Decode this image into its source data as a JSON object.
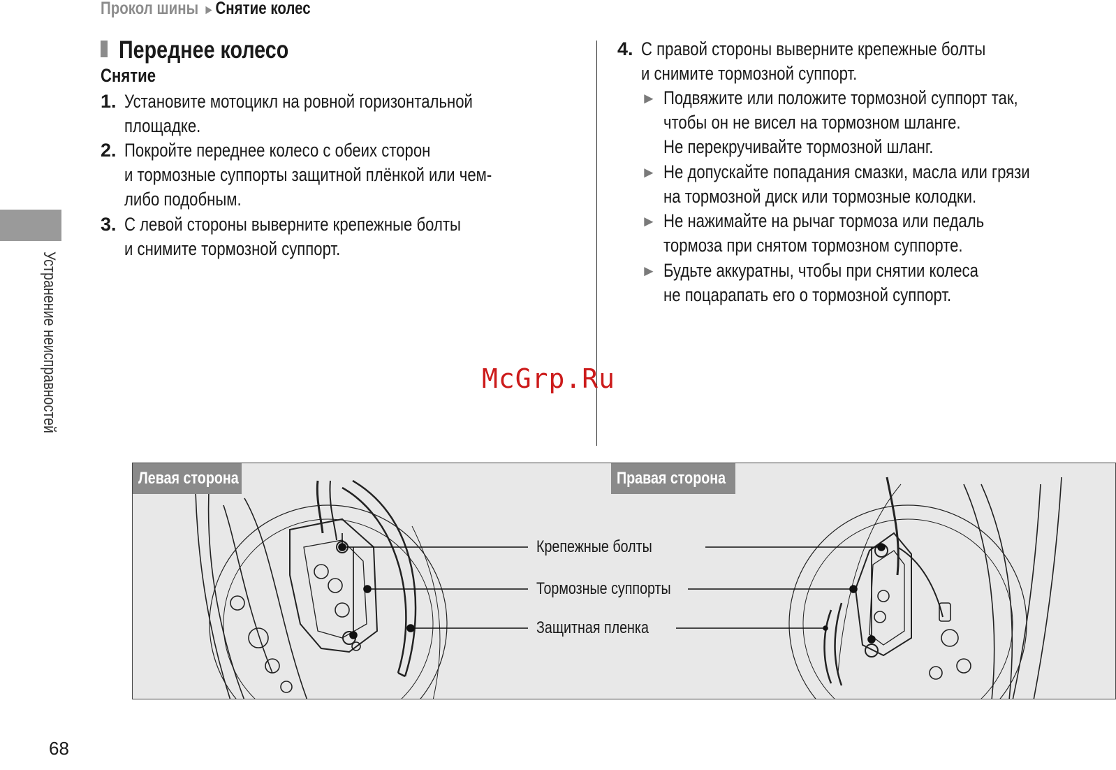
{
  "breadcrumb": {
    "parent": "Прокол шины",
    "arrow": "►",
    "current": "Снятие колес"
  },
  "side_label": "Устранение неисправностей",
  "section_title": "Переднее колесо",
  "sub_title": "Снятие",
  "steps_left": [
    {
      "num": "1.",
      "lines": [
        "Установите мотоцикл на ровной горизонтальной",
        "площадке."
      ]
    },
    {
      "num": "2.",
      "lines": [
        "Покройте переднее колесо с обеих сторон",
        "и тормозные суппорты защитной плёнкой или чем-",
        "либо подобным."
      ]
    },
    {
      "num": "3.",
      "lines": [
        "С левой стороны выверните крепежные болты",
        "и снимите тормозной суппорт."
      ]
    }
  ],
  "step_right": {
    "num": "4.",
    "lines": [
      "С правой стороны выверните крепежные болты",
      "и снимите тормозной суппорт."
    ]
  },
  "bullets": [
    {
      "arrow": "►",
      "lines": [
        "Подвяжите или положите тормозной суппорт так,",
        "чтобы он не висел на тормозном шланге.",
        "Не перекручивайте тормозной шланг."
      ]
    },
    {
      "arrow": "►",
      "lines": [
        "Не допускайте попадания смазки, масла или грязи",
        "на тормозной диск или тормозные колодки."
      ]
    },
    {
      "arrow": "►",
      "lines": [
        "Не нажимайте на рычаг тормоза или педаль",
        "тормоза при снятом тормозном суппорте."
      ]
    },
    {
      "arrow": "►",
      "lines": [
        "Будьте аккуратны, чтобы при снятии колеса",
        "не поцарапать его о тормозной суппорт."
      ]
    }
  ],
  "watermark": "McGrp.Ru",
  "figure": {
    "left_tag": "Левая сторона",
    "right_tag": "Правая сторона",
    "callouts": [
      "Крепежные болты",
      "Тормозные суппорты",
      "Защитная пленка"
    ]
  },
  "page_number": "68"
}
